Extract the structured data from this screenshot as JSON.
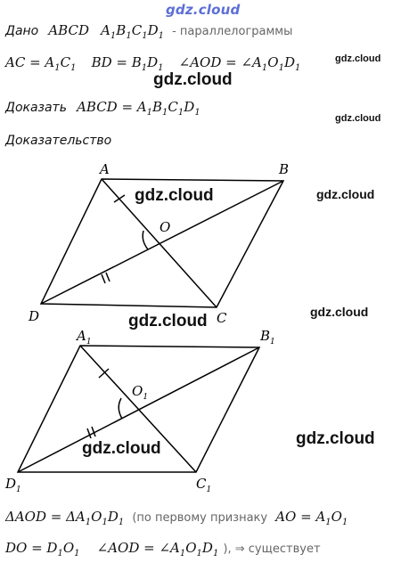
{
  "watermark": {
    "top": "gdz.cloud",
    "large": "gdz.cloud",
    "medium": "gdz.cloud",
    "small": "gdz.cloud"
  },
  "given": {
    "label": "Дано",
    "figures": "ABCD",
    "figure2": "A",
    "s1": "1",
    "b": "B",
    "s2": "1",
    "c": "C",
    "s3": "1",
    "d": "D",
    "s4": "1",
    "type": "- параллелограммы"
  },
  "conditions": {
    "ac": "AC = A",
    "s1": "1",
    "c1": "C",
    "s2": "1",
    "bd": "BD = B",
    "s3": "1",
    "d1": "D",
    "s4": "1",
    "angle": "∠AOD = ∠A",
    "s5": "1",
    "o1": "O",
    "s6": "1",
    "d2": "D",
    "s7": "1"
  },
  "prove": {
    "label": "Доказать",
    "eq": "ABCD = A",
    "s1": "1",
    "b": "B",
    "s2": "1",
    "c": "C",
    "s3": "1",
    "d": "D",
    "s4": "1"
  },
  "proof": {
    "label": "Доказательство"
  },
  "figure1": {
    "A": "A",
    "B": "B",
    "C": "C",
    "D": "D",
    "O": "O"
  },
  "figure2": {
    "A": "A",
    "B": "B",
    "C": "C",
    "D": "D",
    "O": "O",
    "sub": "1"
  },
  "line1": {
    "tri": "ΔAOD = ΔA",
    "s1": "1",
    "o": "O",
    "s2": "1",
    "d": "D",
    "s3": "1",
    "note": "(по первому признаку",
    "ao": "AO = A",
    "s4": "1",
    "o2": "O",
    "s5": "1"
  },
  "line2": {
    "do": "DO = D",
    "s1": "1",
    "o": "O",
    "s2": "1",
    "angle": "∠AOD = ∠A",
    "s3": "1",
    "o2": "O",
    "s4": "1",
    "d": "D",
    "s5": "1",
    "tail": "),  ⇒ существует"
  }
}
